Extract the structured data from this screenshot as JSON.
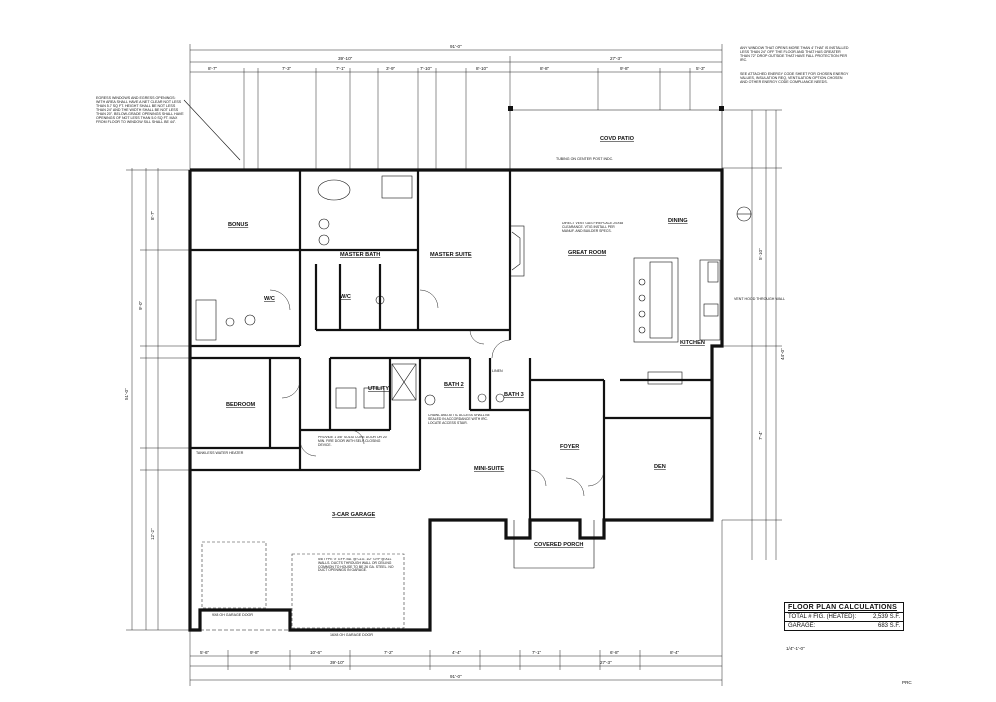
{
  "rooms": {
    "bonus": "BONUS",
    "master_bath": "MASTER BATH",
    "master_suite": "MASTER SUITE",
    "great_room": "GREAT ROOM",
    "dining": "DINING",
    "kitchen": "KITCHEN",
    "covd_patio": "COVD PATIO",
    "bedroom": "BEDROOM",
    "utility": "UTILITY",
    "bath2": "BATH 2",
    "bath3": "BATH 3",
    "foyer": "FOYER",
    "mini_suite": "MINI-SUITE",
    "den": "DEN",
    "garage": "3-CAR GARAGE",
    "covered_porch": "COVERED PORCH",
    "wic": "W/C",
    "linen": "LINEN"
  },
  "dimensions": {
    "overall": "91'-0\"",
    "left_top": "39'-10\"",
    "right_top": "27'-3\"",
    "depth_right": "44'-0\"",
    "depth_left": "51'-0\"",
    "seg_a": "8'-7\"",
    "seg_b": "7'-3\"",
    "seg_c": "7'-1\"",
    "seg_d": "3'-9\"",
    "seg_e": "7'-10\"",
    "seg_f": "8'-10\"",
    "seg_g": "8'-8\"",
    "seg_h": "5'-3\"",
    "seg_i": "5'-8\"",
    "seg_j": "9'-8\"",
    "seg_k": "9'-0\"",
    "seg_l": "5'-10\"",
    "seg_m": "12'-2\"",
    "seg_n": "7'-4\"",
    "bot_a": "5'-6\"",
    "bot_b": "9'-8\"",
    "bot_c": "10'-6\"",
    "bot_d": "7'-2\"",
    "bot_e": "4'-4\"",
    "bot_f": "7'-1\"",
    "bot_g": "6'-8\"",
    "bot_h": "8'-4\""
  },
  "notes": {
    "egress": "EGRESS WINDOWS AND EGRESS OPENINGS: WITH AREA SHALL HAVE A NET CLEAR NOT LESS THAN 5.7 SQ FT. HEIGHT SHALL BE NOT LESS THAN 24\" AND THE WIDTH SHALL BE NOT LESS THAN 20\". BELOW-GRADE OPENINGS SHALL HAVE OPENINGS OF NOT LESS THAN 5.0 SQ FT. MAX FROM FLOOR TO WINDOW SILL SHALL BE 44\".",
    "top_right": "ANY WINDOW THAT OPENS MORE THAN 4' THAT IS INSTALLED LESS THAN 24\" OFF THE FLOOR AND THAT HAS GREATER THAN 72\" DROP OUTSIDE THAT HAVE FALL PROTECTION PER IRC.",
    "top_right2": "SEE ATTACHED ENERGY CODE SHEET FOR CHOSEN ENERGY VALUES, INSULATION REQ, VENTILATION OPTION CHOSEN AND OTHER ENERGY CODE COMPLIANCE NEEDS.",
    "fireplace": "DIRECT VENT GAS FIREPLACE 20X48 CLEARANCE. VTIG INSTALL PER MANUF. AND BUILDER SPECS.",
    "tubing": "TUBING ON CENTER POST INDC.",
    "crawl": "CRAWL AND ATTIC ACCESS SHALL BE SEALED IN ACCORDANCE WITH IRC. LOCATE ACCESS STAIR.",
    "fire_door": "PROVIDE 1 3/8\" SOLID CORE DOOR OR 20 MIN. FIRE DOOR WITH SELF-CLOSING DEVICE.",
    "garage_wall": "5/8 TYPE 'X' GYP. BD. @ CLG. 1/2\" GYP @ ALL WALLS. DUCTS THROUGH WALL OR CEILING COMMON TO HOUSE TO BE 26 GA. STEEL. NO DUCT OPENINGS IN GARAGE.",
    "garage_door": "16X8 OH GARAGE DOOR",
    "garage_door2": "9X8 OH GARAGE DOOR",
    "vent_hood": "VENT HOOD THROUGH WALL",
    "tankless": "TANKLESS WATER HEATER",
    "scale": "1/4\"-1'-0\"",
    "sheet": "PRC"
  },
  "calc": {
    "title": "FLOOR PLAN CALCULATIONS",
    "row1_label": "TOTAL # FIG. (HEATED):",
    "row1_value": "2,539 S.F.",
    "row2_label": "GARAGE:",
    "row2_value": "683 S.F."
  }
}
